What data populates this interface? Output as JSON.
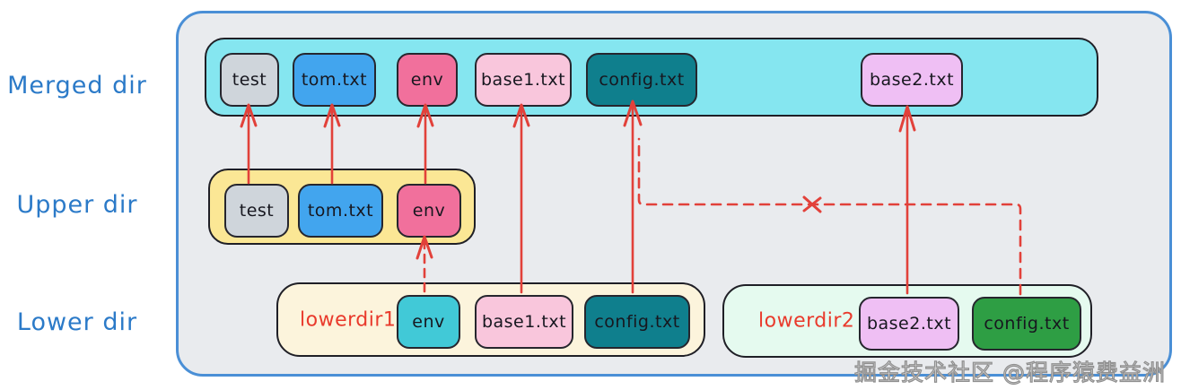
{
  "labels": {
    "merged_dir": "Merged dir",
    "upper_dir": "Upper dir",
    "lower_dir": "Lower dir"
  },
  "merged": {
    "files": [
      "test",
      "tom.txt",
      "env",
      "base1.txt",
      "config.txt",
      "base2.txt"
    ]
  },
  "upper": {
    "files": [
      "test",
      "tom.txt",
      "env"
    ]
  },
  "lowerdir1": {
    "label": "lowerdir1",
    "files": [
      "env",
      "base1.txt",
      "config.txt"
    ]
  },
  "lowerdir2": {
    "label": "lowerdir2",
    "files": [
      "base2.txt",
      "config.txt"
    ]
  },
  "watermark": "掘金技术社区 @程序猿费益洲",
  "colors": {
    "outer_border": "#4a8fd6",
    "outer_bg": "#e9ebee",
    "merged_bg": "#85e6f0",
    "upper_bg": "#fbe795",
    "lowerdir1_bg": "#fcf4dc",
    "lowerdir2_bg": "#e5faef",
    "file_gray": "#cfd5db",
    "file_blue": "#42a5ee",
    "file_pink": "#f1709c",
    "file_lightpink": "#f9c6dc",
    "file_teal": "#0f7f8d",
    "file_violet": "#efbff4",
    "file_cyan": "#41c9d7",
    "file_green": "#2e9e44",
    "arrow_red": "#e2413a",
    "row_label_blue": "#2b7ac8",
    "dir_label_red": "#e93a2c"
  }
}
